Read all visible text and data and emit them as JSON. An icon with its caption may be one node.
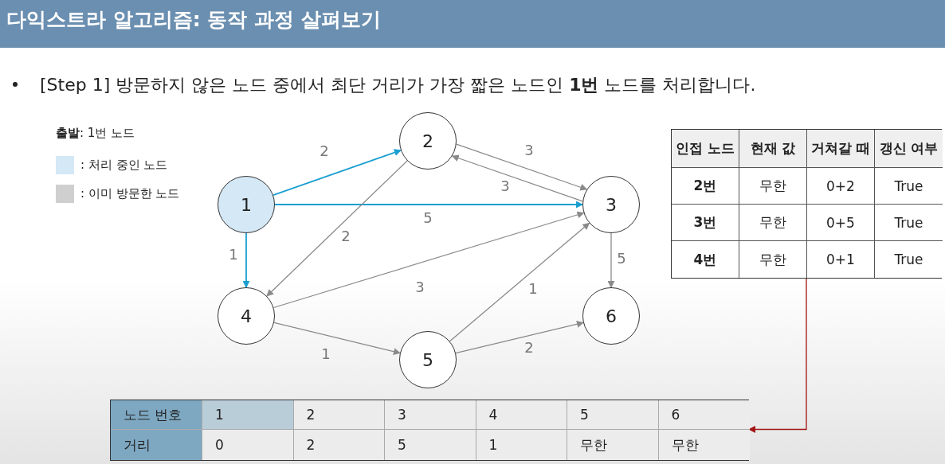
{
  "diagram": {
    "title": "다익스트라 알고리즘: 동작 과정 살펴보기",
    "nodes": [
      {
        "text": [
          "1"
        ]
      },
      {
        "text": [
          "2"
        ]
      },
      {
        "text": [
          "3"
        ]
      },
      {
        "text": [
          "4"
        ]
      },
      {
        "text": [
          "5"
        ]
      },
      {
        "text": [
          "6"
        ]
      },
      {
        "text": [
          "인접 노드",
          "현재 값",
          "거쳐갈 때",
          "갱신 여부",
          "2번",
          "무한",
          "0+2",
          "True",
          "3번",
          "무한",
          "0+5",
          "True",
          "4번",
          "무한",
          "0+1",
          "True"
        ]
      },
      {
        "text": [
          "노드 번호",
          "1",
          "2",
          "3",
          "4",
          "5",
          "6",
          "거리",
          "0",
          "2",
          "5",
          "1",
          "무한",
          "무한"
        ]
      }
    ],
    "edges": [
      {
        "from": 0,
        "to": 1,
        "arrow": "to",
        "label": "2",
        "color": "#1a9fd0"
      },
      {
        "from": 0,
        "to": 2,
        "arrow": "to",
        "label": "5",
        "color": "#1a9fd0"
      },
      {
        "from": 0,
        "to": 3,
        "arrow": "to",
        "label": "1",
        "color": "#1a9fd0"
      },
      {
        "from": 1,
        "to": 2,
        "arrow": "to",
        "label": "3"
      },
      {
        "from": 2,
        "to": 1,
        "arrow": "to",
        "label": "3"
      },
      {
        "from": 1,
        "to": 3,
        "arrow": "to",
        "label": "2"
      },
      {
        "from": 3,
        "to": 2,
        "arrow": "to",
        "label": "3"
      },
      {
        "from": 3,
        "to": 4,
        "arrow": "to",
        "label": "1"
      },
      {
        "from": 4,
        "to": 2,
        "arrow": "to",
        "label": "1"
      },
      {
        "from": 4,
        "to": 5,
        "arrow": "to",
        "label": "2"
      },
      {
        "from": 2,
        "to": 5,
        "arrow": "to",
        "label": "5"
      },
      {
        "from": 6,
        "to": 7,
        "arrow": "to",
        "color": "#a31515"
      }
    ],
    "labels": [
      "[Step 1] 방문하지 않은 노드 중에서 최단 거리가 가장 짧은 노드인 **1번** 노드를 처리합니다.",
      "**출발**: 1번 노드"
    ],
    "legend": [
      {
        "text": ": 처리 중인 노드",
        "color": "#d4e8f6"
      },
      {
        "text": ": 이미 방문한 노드",
        "color": "#cfcfcf"
      }
    ]
  }
}
